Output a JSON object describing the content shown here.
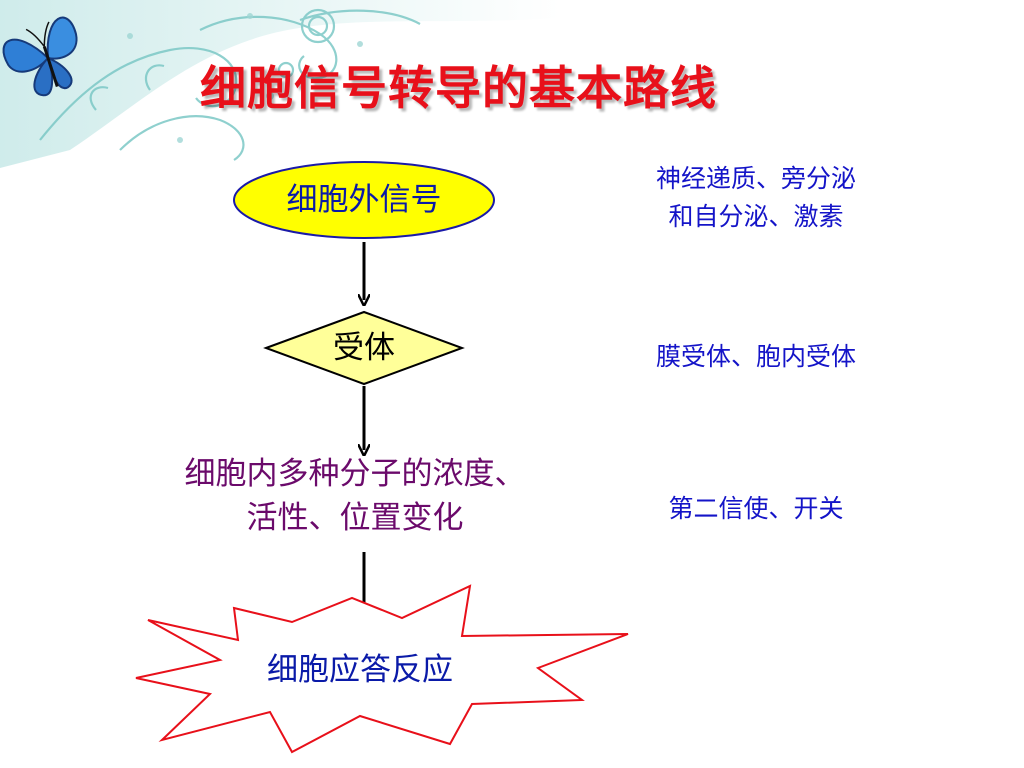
{
  "title": "细胞信号转导的基本路线",
  "flow": {
    "step1": "细胞外信号",
    "step2": "受体",
    "step3_line1": "细胞内多种分子的浓度、",
    "step3_line2": "活性、位置变化",
    "step4": "细胞应答反应"
  },
  "notes": {
    "note1_line1": "神经递质、旁分泌",
    "note1_line2": "和自分泌、激素",
    "note2": "膜受体、胞内受体",
    "note3": "第二信使、开关"
  },
  "colors": {
    "title": "#e8101a",
    "ellipse_fill": "#ffff00",
    "diamond_fill": "#ffff99",
    "node_text_blue": "#0a1aa8",
    "node_text_purple": "#6b0a6b",
    "note_text": "#1414c8",
    "burst_stroke": "#e8101a"
  }
}
